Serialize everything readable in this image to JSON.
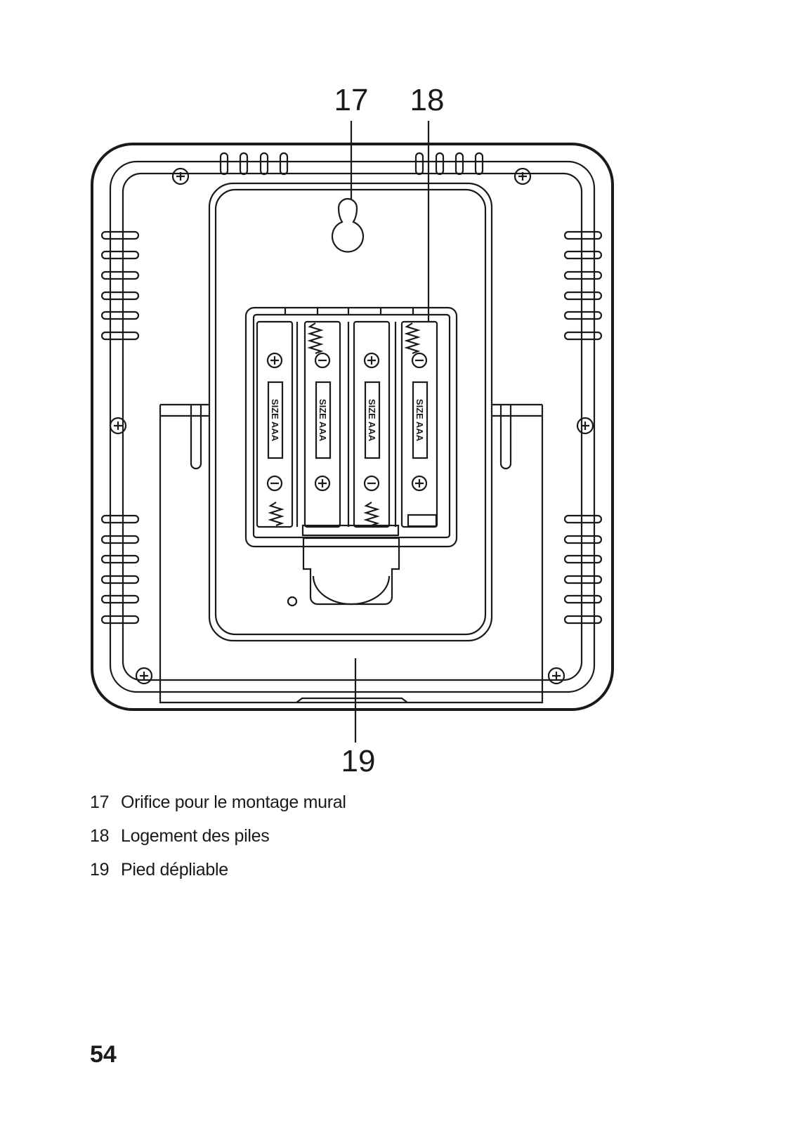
{
  "callouts": [
    {
      "number": "17",
      "label": "Orifice pour le montage mural"
    },
    {
      "number": "18",
      "label": "Logement des piles"
    },
    {
      "number": "19",
      "label": "Pied dépliable"
    }
  ],
  "battery_labels": [
    "SIZE AAA",
    "SIZE AAA",
    "SIZE AAA",
    "SIZE AAA"
  ],
  "page_number": "54"
}
